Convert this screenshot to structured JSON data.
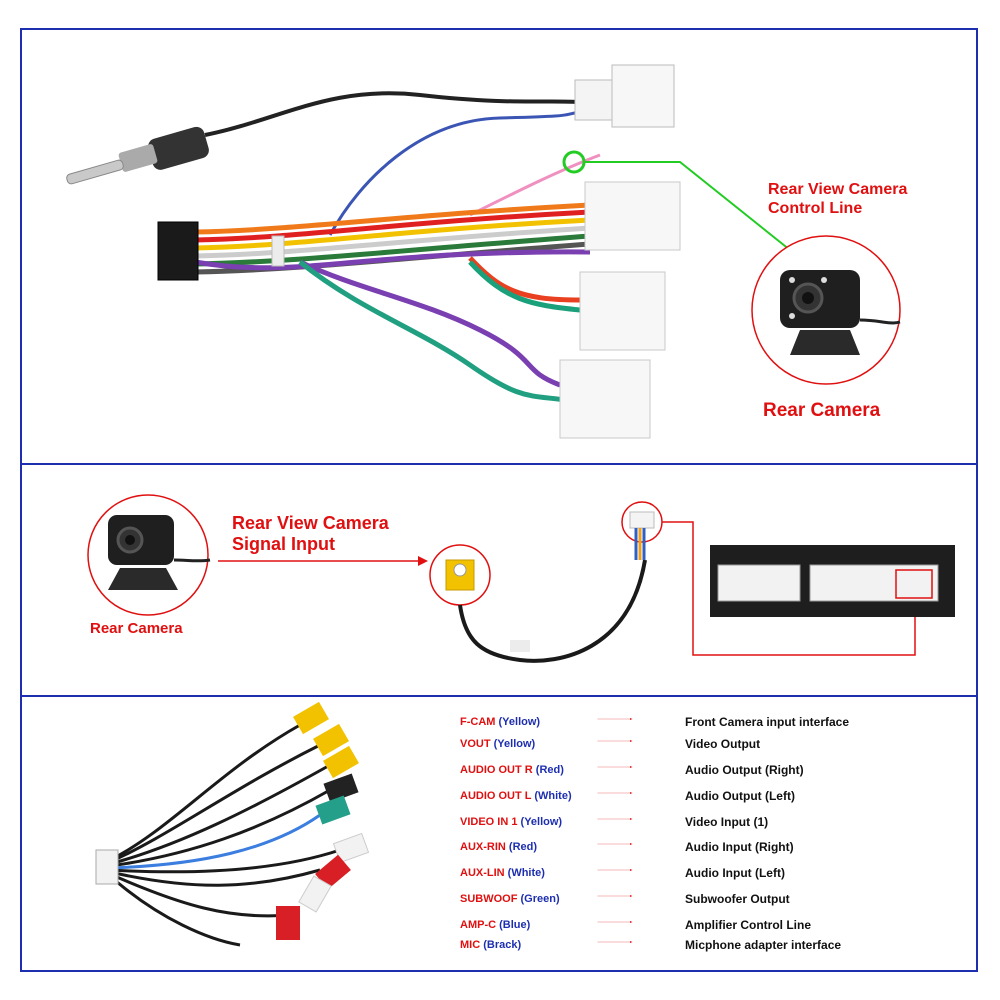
{
  "section1": {
    "callout_control_line": [
      "Rear View Camera",
      "Control Line"
    ],
    "rear_camera_label": "Rear Camera"
  },
  "section2": {
    "left_camera_label": "Rear Camera",
    "signal_input_label": [
      "Rear View Camera",
      "Signal Input"
    ]
  },
  "section3": {
    "legend": [
      {
        "name": "F-CAM",
        "color": "(Yellow)",
        "desc": "Front Camera input interface"
      },
      {
        "name": "VOUT",
        "color": "(Yellow)",
        "desc": "Video Output"
      },
      {
        "name": "AUDIO OUT R",
        "color": "(Red)",
        "desc": "Audio Output (Right)"
      },
      {
        "name": "AUDIO OUT L",
        "color": "(White)",
        "desc": "Audio Output (Left)"
      },
      {
        "name": "VIDEO IN 1",
        "color": "(Yellow)",
        "desc": "Video Input (1)"
      },
      {
        "name": "AUX-RIN",
        "color": "(Red)",
        "desc": "Audio Input (Right)"
      },
      {
        "name": "AUX-LIN",
        "color": "(White)",
        "desc": "Audio Input (Left)"
      },
      {
        "name": "SUBWOOF",
        "color": "(Green)",
        "desc": "Subwoofer Output"
      },
      {
        "name": "AMP-C",
        "color": "(Blue)",
        "desc": "Amplifier Control Line"
      },
      {
        "name": "MIC",
        "color": "(Brack)",
        "desc": "Micphone adapter interface"
      }
    ]
  },
  "colors": {
    "border": "#1d2fb0",
    "label_red": "#e01010",
    "label_blue": "#1d2fb0",
    "callout_green": "#22cc22"
  }
}
